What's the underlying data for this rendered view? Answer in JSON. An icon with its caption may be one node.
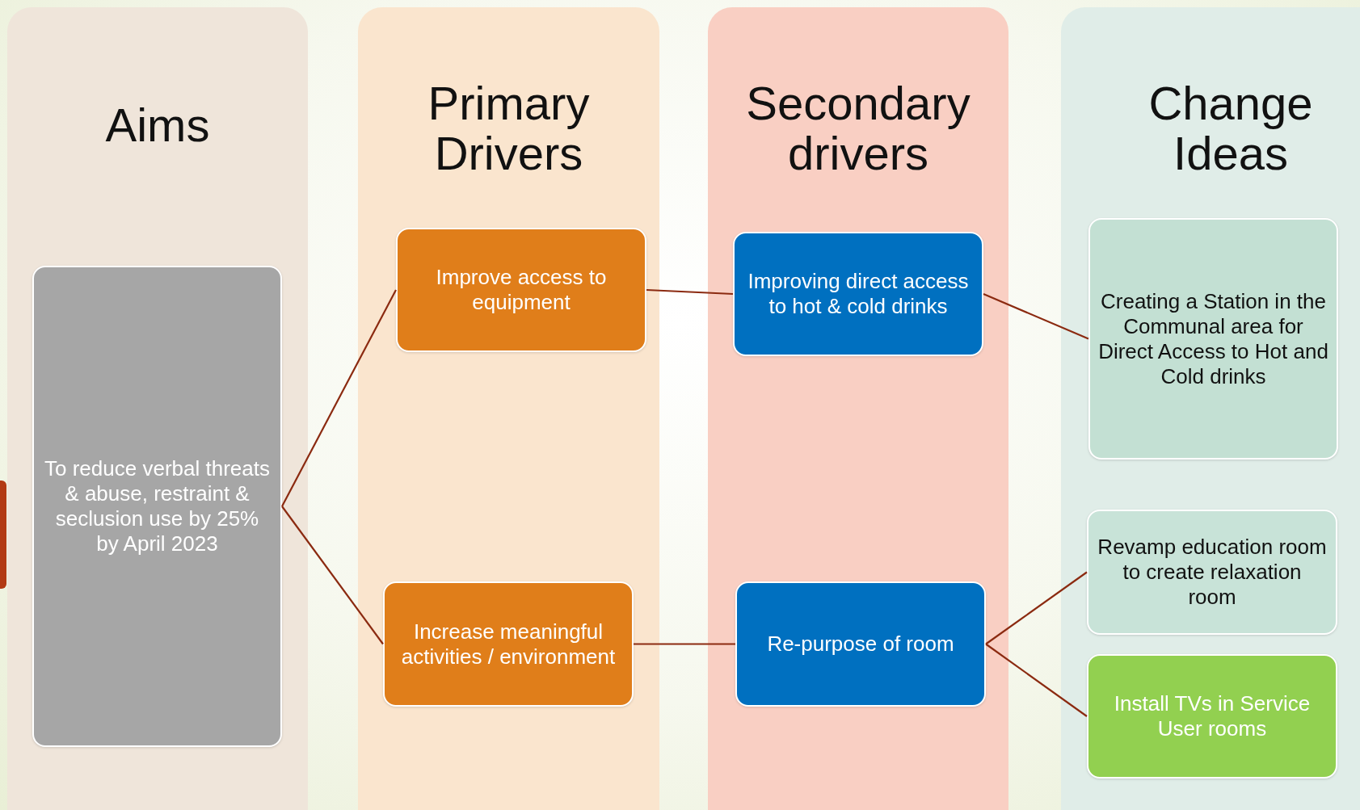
{
  "diagram": {
    "nodes": [
      {
        "text": [
          "Aims"
        ]
      },
      {
        "text": [
          "Primary Drivers"
        ]
      },
      {
        "text": [
          "Secondary drivers"
        ]
      },
      {
        "text": [
          "Change Ideas"
        ]
      },
      {
        "text": [
          "To reduce verbal threats & abuse, restraint & seclusion use by 25% by April 2023"
        ],
        "in": 0
      },
      {
        "text": [
          "Improve access to equipment"
        ],
        "in": 1
      },
      {
        "text": [
          "Increase meaningful activities / environment"
        ],
        "in": 1
      },
      {
        "text": [
          "Improving direct access to hot & cold drinks"
        ],
        "in": 2
      },
      {
        "text": [
          "Re-purpose of room"
        ],
        "in": 2
      },
      {
        "text": [
          "Creating a Station in the Communal area for Direct Access to Hot and Cold drinks"
        ],
        "in": 3
      },
      {
        "text": [
          "Revamp education room to create relaxation room"
        ],
        "in": 3
      },
      {
        "text": [
          "Install TVs in Service User rooms"
        ],
        "in": 3
      }
    ],
    "edges": [
      {
        "from": 4,
        "to": 5,
        "arrow": "none"
      },
      {
        "from": 4,
        "to": 6,
        "arrow": "none"
      },
      {
        "from": 5,
        "to": 7,
        "arrow": "none"
      },
      {
        "from": 6,
        "to": 8,
        "arrow": "none"
      },
      {
        "from": 7,
        "to": 9,
        "arrow": "none"
      },
      {
        "from": 8,
        "to": 10,
        "arrow": "none"
      },
      {
        "from": 8,
        "to": 11,
        "arrow": "none"
      }
    ]
  }
}
